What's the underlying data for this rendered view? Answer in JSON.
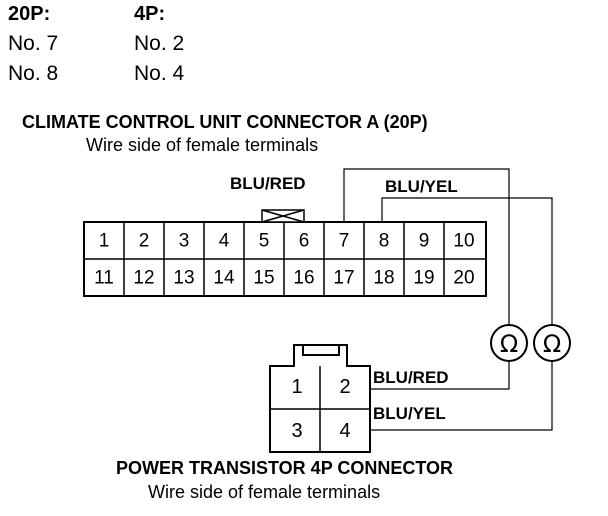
{
  "pin_table": {
    "col1_header": "20P:",
    "col2_header": "4P:",
    "rows": [
      {
        "p20": "No. 7",
        "p4": "No. 2"
      },
      {
        "p20": "No. 8",
        "p4": "No. 4"
      }
    ]
  },
  "connector_a": {
    "title": "CLIMATE CONTROL UNIT CONNECTOR A (20P)",
    "subtitle": "Wire side of female terminals",
    "top_row": [
      "1",
      "2",
      "3",
      "4",
      "5",
      "6",
      "7",
      "8",
      "9",
      "10"
    ],
    "bottom_row": [
      "11",
      "12",
      "13",
      "14",
      "15",
      "16",
      "17",
      "18",
      "19",
      "20"
    ]
  },
  "connector_b": {
    "title": "POWER TRANSISTOR 4P CONNECTOR",
    "subtitle": "Wire side of female terminals",
    "pins": [
      "1",
      "2",
      "3",
      "4"
    ]
  },
  "wires": {
    "blu_red": "BLU/RED",
    "blu_yel": "BLU/YEL"
  },
  "meters": {
    "symbol": "Ω",
    "icon_names": [
      "ohmmeter-icon",
      "ohmmeter-icon"
    ]
  }
}
